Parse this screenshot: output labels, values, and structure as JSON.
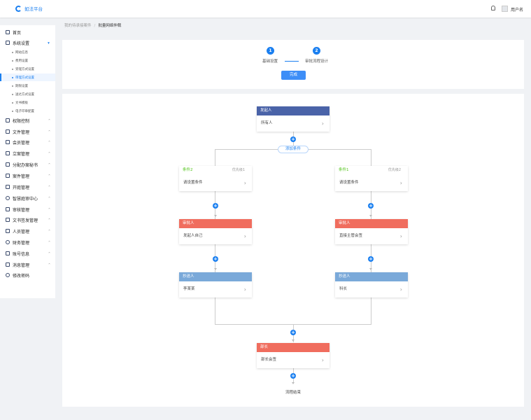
{
  "header": {
    "logo_text": "如法平台",
    "user_name": "用户名"
  },
  "sidebar": {
    "items": [
      {
        "label": "首页",
        "icon": "home-icon"
      },
      {
        "label": "系统设置",
        "icon": "monitor-icon",
        "expanded": true
      },
      {
        "label": "权限控制",
        "icon": "key-icon"
      },
      {
        "label": "文件管理",
        "icon": "folder-icon"
      },
      {
        "label": "会员管理",
        "icon": "users-icon"
      },
      {
        "label": "立案管理",
        "icon": "case-icon"
      },
      {
        "label": "分配办案秘书",
        "icon": "user-icon"
      },
      {
        "label": "案件管理",
        "icon": "list-icon"
      },
      {
        "label": "开庭管理",
        "icon": "calendar-icon"
      },
      {
        "label": "智慧庭审中心",
        "icon": "gear-icon"
      },
      {
        "label": "审核管理",
        "icon": "audit-icon"
      },
      {
        "label": "文书签发管理",
        "icon": "document-icon"
      },
      {
        "label": "人员管理",
        "icon": "person-icon"
      },
      {
        "label": "财务管理",
        "icon": "finance-icon"
      },
      {
        "label": "账号信息",
        "icon": "account-icon"
      },
      {
        "label": "消息管理",
        "icon": "message-icon"
      },
      {
        "label": "修改密码",
        "icon": "lock-icon"
      }
    ],
    "sub_items": [
      "网站信息",
      "费用设置",
      "受理方式设置",
      "审理方式设置",
      "期限设置",
      "送达方式设置",
      "文书模板",
      "电子印章配置"
    ],
    "active_sub": "审理方式设置"
  },
  "breadcrumb": {
    "parent": "我的待承接案件",
    "separator": "/",
    "current": "批量网络仲裁"
  },
  "steps": {
    "items": [
      {
        "number": "1",
        "label": "基础设置"
      },
      {
        "number": "2",
        "label": "审批流程设计"
      }
    ],
    "done_button": "完成"
  },
  "flow": {
    "start": {
      "title": "发起人",
      "value": "所有人",
      "color": "#4a63a8"
    },
    "add_condition": "添加条件",
    "branches": [
      {
        "condition": {
          "title": "条件2",
          "priority": "优先级1",
          "value": "请设置条件"
        },
        "approver": {
          "title": "审批人",
          "value": "发起人自己",
          "color": "#f06d5e"
        },
        "cc": {
          "title": "抄送人",
          "value": "李某某",
          "color": "#7aa9d9"
        }
      },
      {
        "condition": {
          "title": "条件1",
          "priority": "优先级2",
          "value": "请设置条件"
        },
        "approver": {
          "title": "审批人",
          "value": "直接主管会签",
          "color": "#f06d5e"
        },
        "cc": {
          "title": "抄送人",
          "value": "科长",
          "color": "#7aa9d9"
        }
      }
    ],
    "final": {
      "title": "部长",
      "value": "部长会签",
      "color": "#f06d5e"
    },
    "end_label": "流程结束"
  }
}
